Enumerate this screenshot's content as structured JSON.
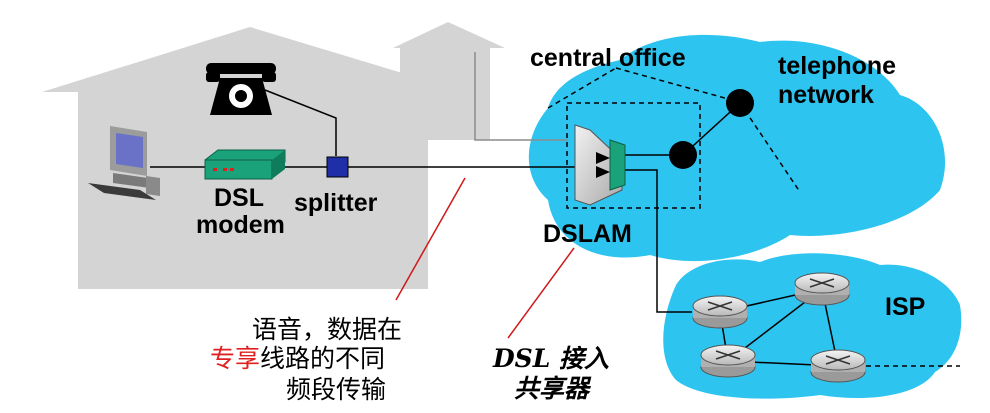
{
  "labels": {
    "central_office": "central office",
    "telephone_line1": "telephone",
    "telephone_line2": "network",
    "dsl_modem_line1": "DSL",
    "dsl_modem_line2": "modem",
    "splitter": "splitter",
    "dslam": "DSLAM",
    "isp": "ISP"
  },
  "captions": {
    "voice_data_line1": "语音，数据在",
    "voice_data_line2_highlight": "专享",
    "voice_data_line2_rest": "线路的不同",
    "voice_data_line3": "频段传输",
    "dsl_mux_line1": "DSL 接入",
    "dsl_mux_line2": "共享器"
  },
  "colors": {
    "house": "#d4d4d4",
    "cloud": "#2ec4f0",
    "modem": "#1aa37a",
    "splitter": "#1f2fa8",
    "highlight_text": "#e02020",
    "annotation_line": "#d01818"
  }
}
